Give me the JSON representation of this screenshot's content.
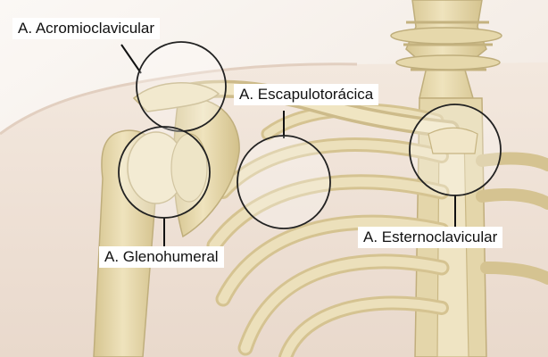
{
  "colors": {
    "skin": "#f0e3d8",
    "bone": "#e9dcb4",
    "bone_shadow": "#cdbb8a",
    "background": "#f8f3ee"
  },
  "labels": {
    "acromioclavicular": "A. Acromioclavicular",
    "escapulotoracica": "A. Escapulotorácica",
    "glenohumeral": "A. Glenohumeral",
    "esternoclavicular": "A. Esternoclavicular"
  }
}
